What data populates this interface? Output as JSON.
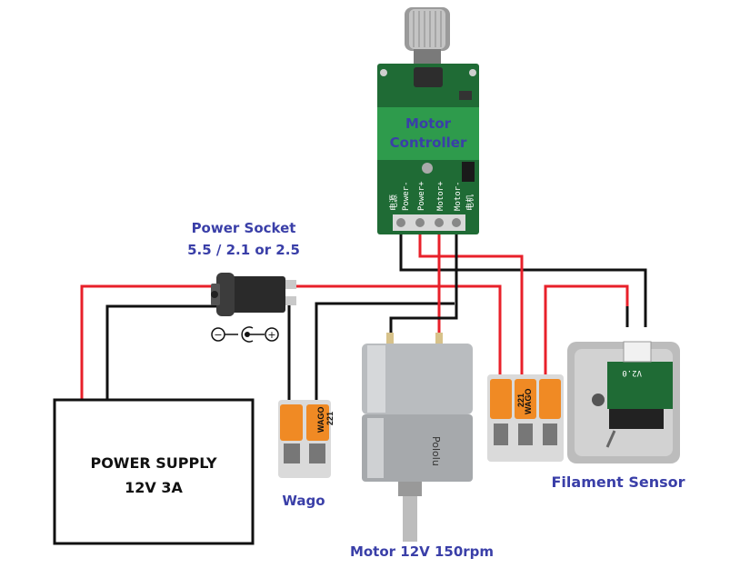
{
  "labels": {
    "motor_controller_line1": "Motor",
    "motor_controller_line2": "Controller",
    "power_socket_line1": "Power Socket",
    "power_socket_line2": "5.5 / 2.1 or 2.5",
    "power_supply_line1": "POWER SUPPLY",
    "power_supply_line2": "12V  3A",
    "wago": "Wago",
    "motor": "Motor 12V 150rpm",
    "filament_sensor": "Filament Sensor"
  },
  "pcb_pins": {
    "power_minus": "Power-",
    "power_plus": "Power+",
    "motor_plus": "Motor+",
    "motor_minus": "Motor-",
    "chinese_power": "电源",
    "chinese_motor": "电机"
  },
  "wago_marks": {
    "brand": "WAGO",
    "model": "221"
  },
  "sensor_mark": "V2.0",
  "motor_mark": "Pololu",
  "polarity": {
    "minus": "−",
    "plus": "+"
  },
  "colors": {
    "label_blue": "#3a3fa8",
    "wire_red": "#e8202a",
    "wire_black": "#111111",
    "pcb_green": "#1f6b35",
    "wago_orange": "#f08a24"
  }
}
